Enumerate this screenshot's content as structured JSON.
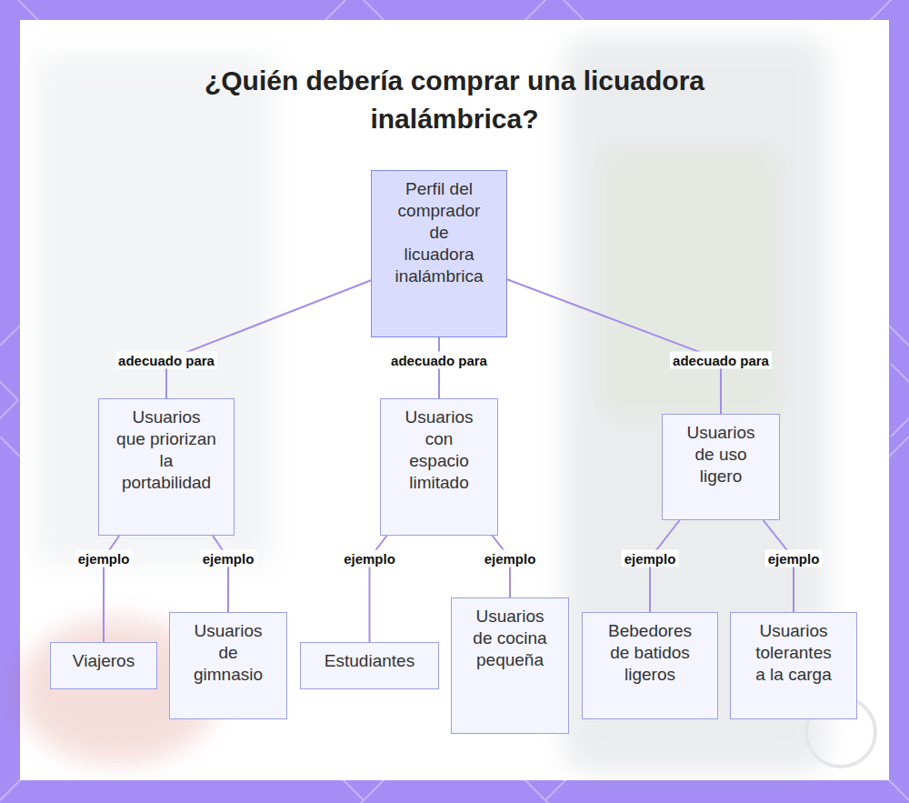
{
  "diagram": {
    "title": "¿Quién debería comprar una licuadora inalámbrica?",
    "nodes": [
      {
        "text": [
          "Perfil del comprador de licuadora inalámbrica"
        ]
      },
      {
        "text": [
          "Usuarios que priorizan la portabilidad"
        ]
      },
      {
        "text": [
          "Usuarios con espacio limitado"
        ]
      },
      {
        "text": [
          "Usuarios de uso ligero"
        ]
      },
      {
        "text": [
          "Viajeros"
        ]
      },
      {
        "text": [
          "Usuarios de gimnasio"
        ]
      },
      {
        "text": [
          "Estudiantes"
        ]
      },
      {
        "text": [
          "Usuarios de cocina pequeña"
        ]
      },
      {
        "text": [
          "Bebedores de batidos ligeros"
        ]
      },
      {
        "text": [
          "Usuarios tolerantes a la carga"
        ]
      }
    ],
    "edges": [
      {
        "from": 0,
        "to": 1,
        "label": "adecuado para",
        "arrow": "none"
      },
      {
        "from": 0,
        "to": 2,
        "label": "adecuado para",
        "arrow": "none"
      },
      {
        "from": 0,
        "to": 3,
        "label": "adecuado para",
        "arrow": "none"
      },
      {
        "from": 1,
        "to": 4,
        "label": "ejemplo",
        "arrow": "none"
      },
      {
        "from": 1,
        "to": 5,
        "label": "ejemplo",
        "arrow": "none"
      },
      {
        "from": 2,
        "to": 6,
        "label": "ejemplo",
        "arrow": "none"
      },
      {
        "from": 2,
        "to": 7,
        "label": "ejemplo",
        "arrow": "none"
      },
      {
        "from": 3,
        "to": 8,
        "label": "ejemplo",
        "arrow": "none"
      },
      {
        "from": 3,
        "to": 9,
        "label": "ejemplo",
        "arrow": "none"
      }
    ]
  }
}
